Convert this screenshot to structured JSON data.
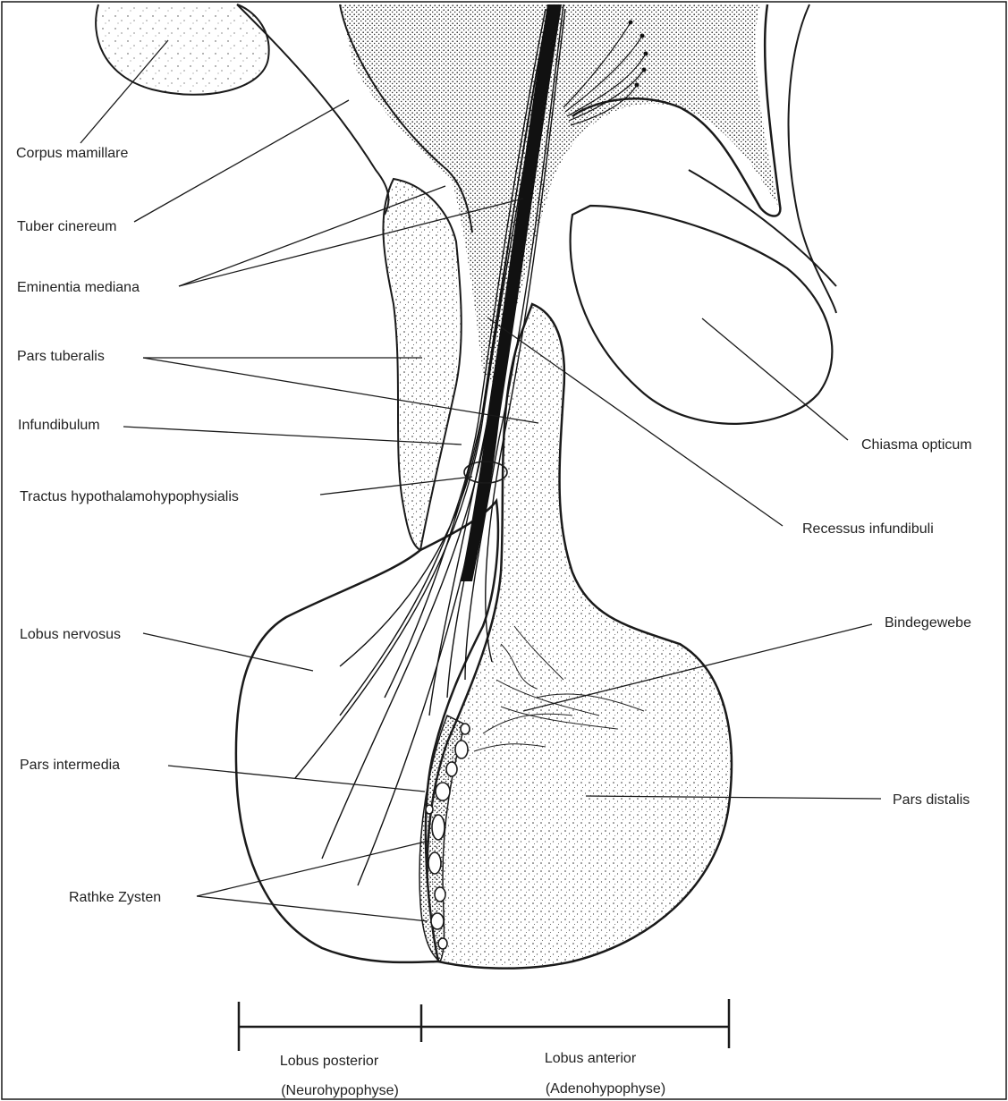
{
  "diagram": {
    "labels": {
      "corpus_mamillare": "Corpus mamillare",
      "tuber_cinereum": "Tuber cinereum",
      "eminentia_mediana": "Eminentia mediana",
      "pars_tuberalis": "Pars tuberalis",
      "infundibulum": "Infundibulum",
      "tractus": "Tractus hypothalamohypophysialis",
      "lobus_nervosus": "Lobus nervosus",
      "pars_intermedia": "Pars intermedia",
      "rathke_zysten": "Rathke Zysten",
      "chiasma_opticum": "Chiasma opticum",
      "recessus_infundibuli": "Recessus infundibuli",
      "bindegewebe": "Bindegewebe",
      "pars_distalis": "Pars distalis"
    },
    "scale_bar": {
      "posterior_title": "Lobus posterior",
      "posterior_sub": "(Neurohypophyse)",
      "anterior_title": "Lobus anterior",
      "anterior_sub": "(Adenohypophyse)"
    },
    "colors": {
      "ink": "#1a1a1a",
      "stipple": "#2b2b2b",
      "paper": "#ffffff"
    }
  }
}
